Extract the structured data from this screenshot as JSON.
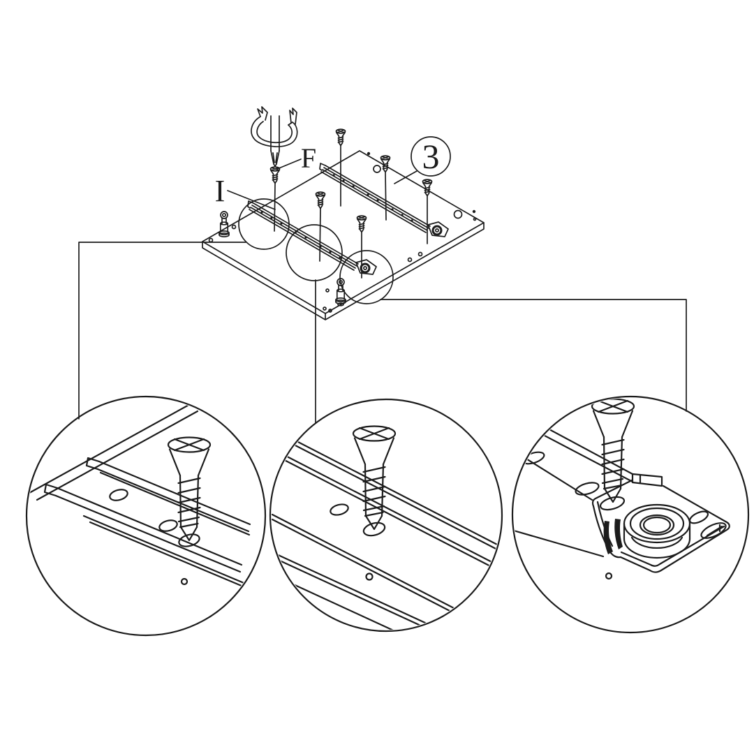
{
  "figure": {
    "background": "#ffffff",
    "line_color": "#1c1c1c",
    "labels": {
      "tool": "F",
      "fastener": "I",
      "part_number": "3"
    }
  }
}
